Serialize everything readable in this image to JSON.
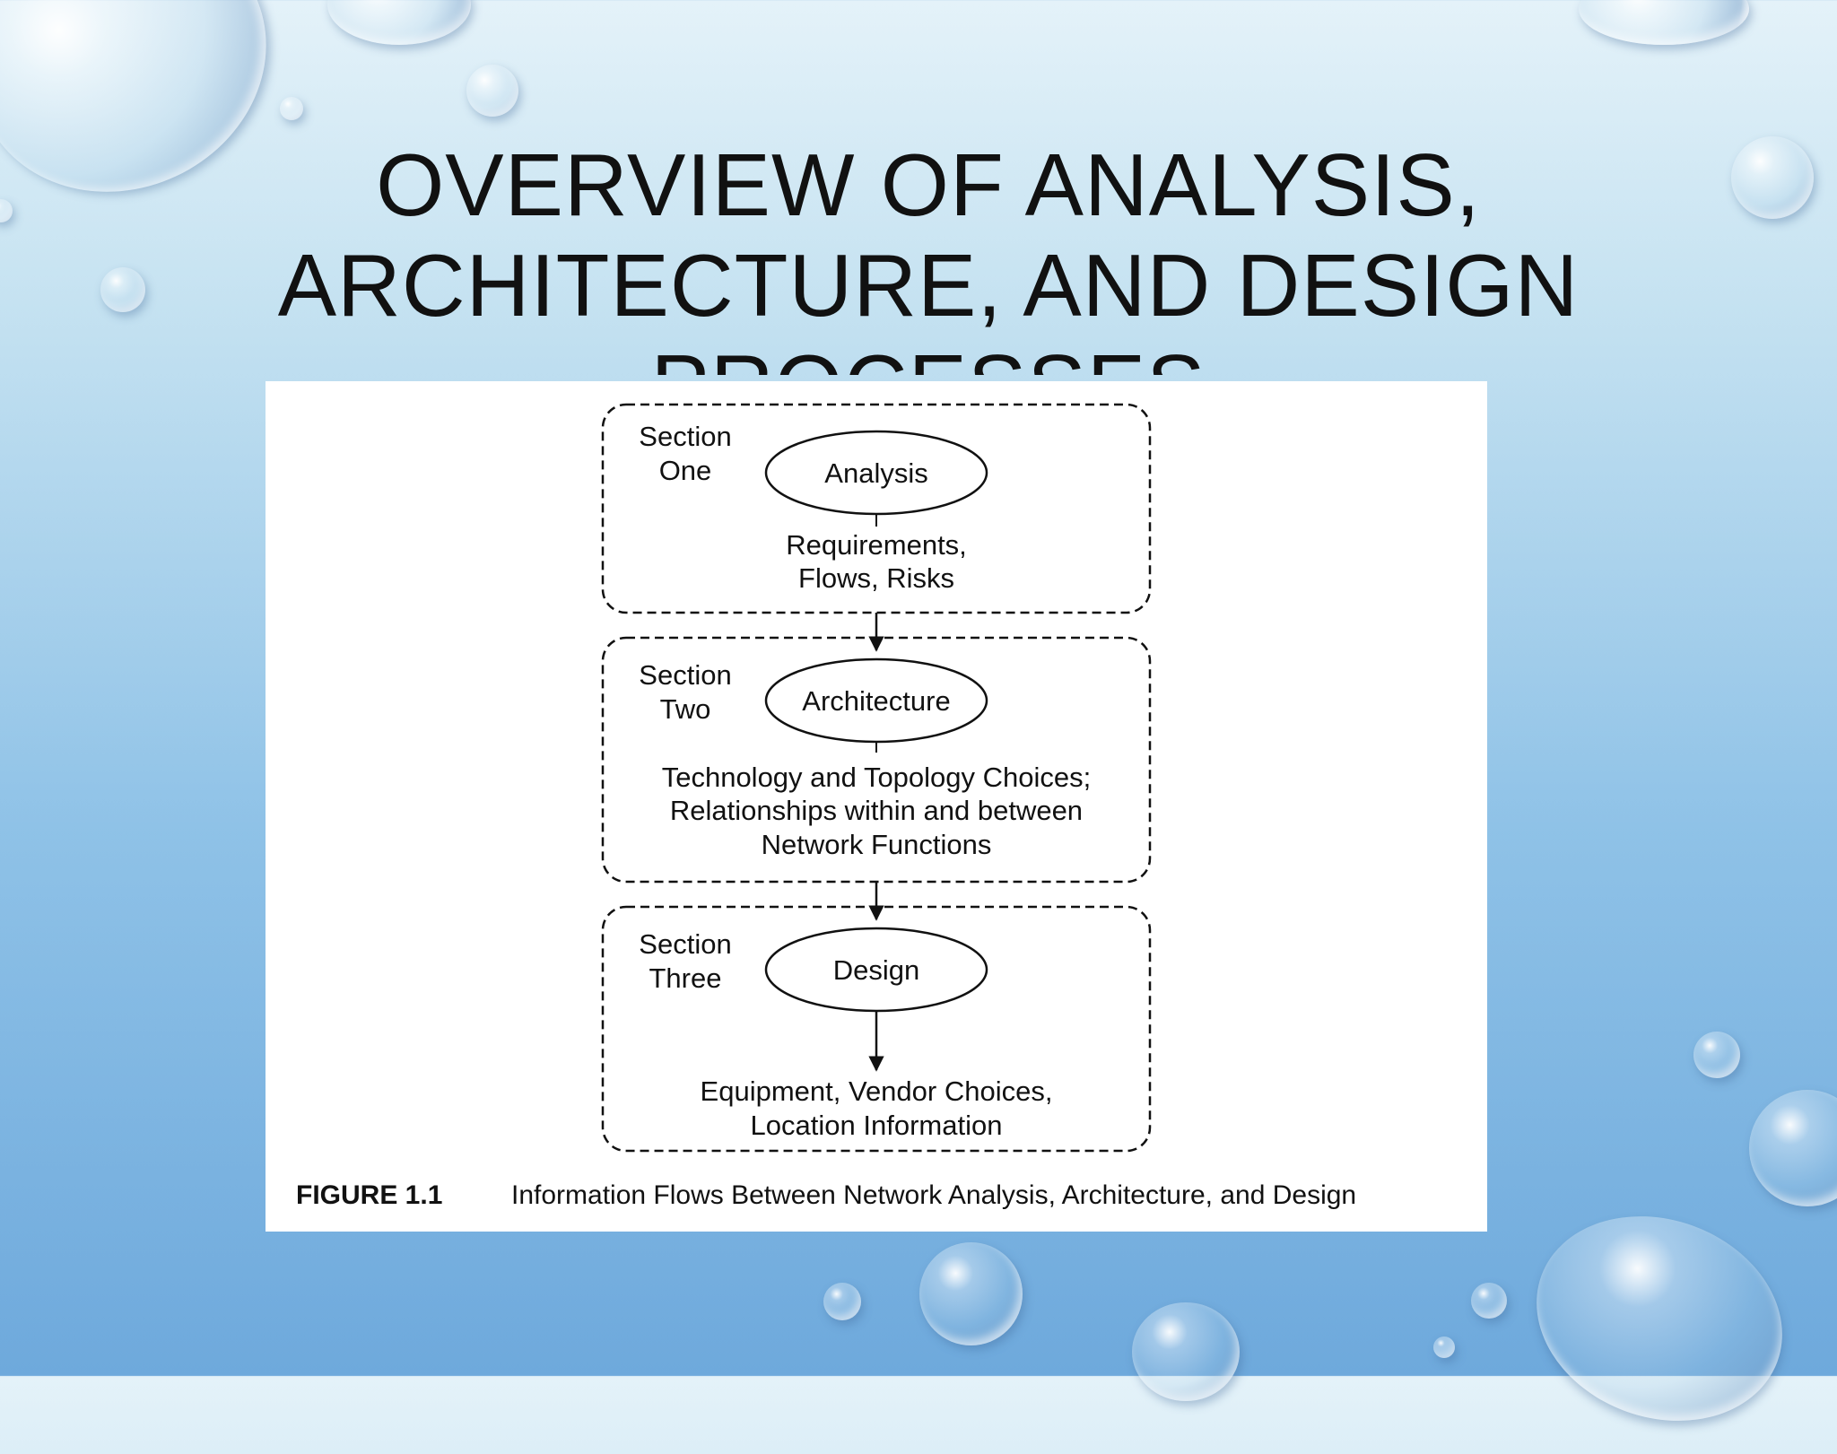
{
  "slide": {
    "title_lines": [
      "OVERVIEW OF ANALYSIS,",
      "ARCHITECTURE, AND DESIGN",
      "PROCESSES"
    ]
  },
  "diagram": {
    "sections": [
      {
        "label_line1": "Section",
        "label_line2": "One",
        "node": "Analysis",
        "output_lines": [
          "Requirements,",
          "Flows, Risks"
        ]
      },
      {
        "label_line1": "Section",
        "label_line2": "Two",
        "node": "Architecture",
        "output_lines": [
          "Technology and Topology Choices;",
          "Relationships within and between",
          "Network Functions"
        ]
      },
      {
        "label_line1": "Section",
        "label_line2": "Three",
        "node": "Design",
        "output_lines": [
          "Equipment, Vendor Choices,",
          "Location Information"
        ]
      }
    ],
    "caption_label": "FIGURE 1.1",
    "caption_text": "Information Flows Between Network Analysis, Architecture, and Design"
  },
  "colors": {
    "background_top": "#e4f2f9",
    "background_bottom": "#6ea9dc",
    "figure_bg": "#ffffff",
    "ink": "#111111"
  }
}
